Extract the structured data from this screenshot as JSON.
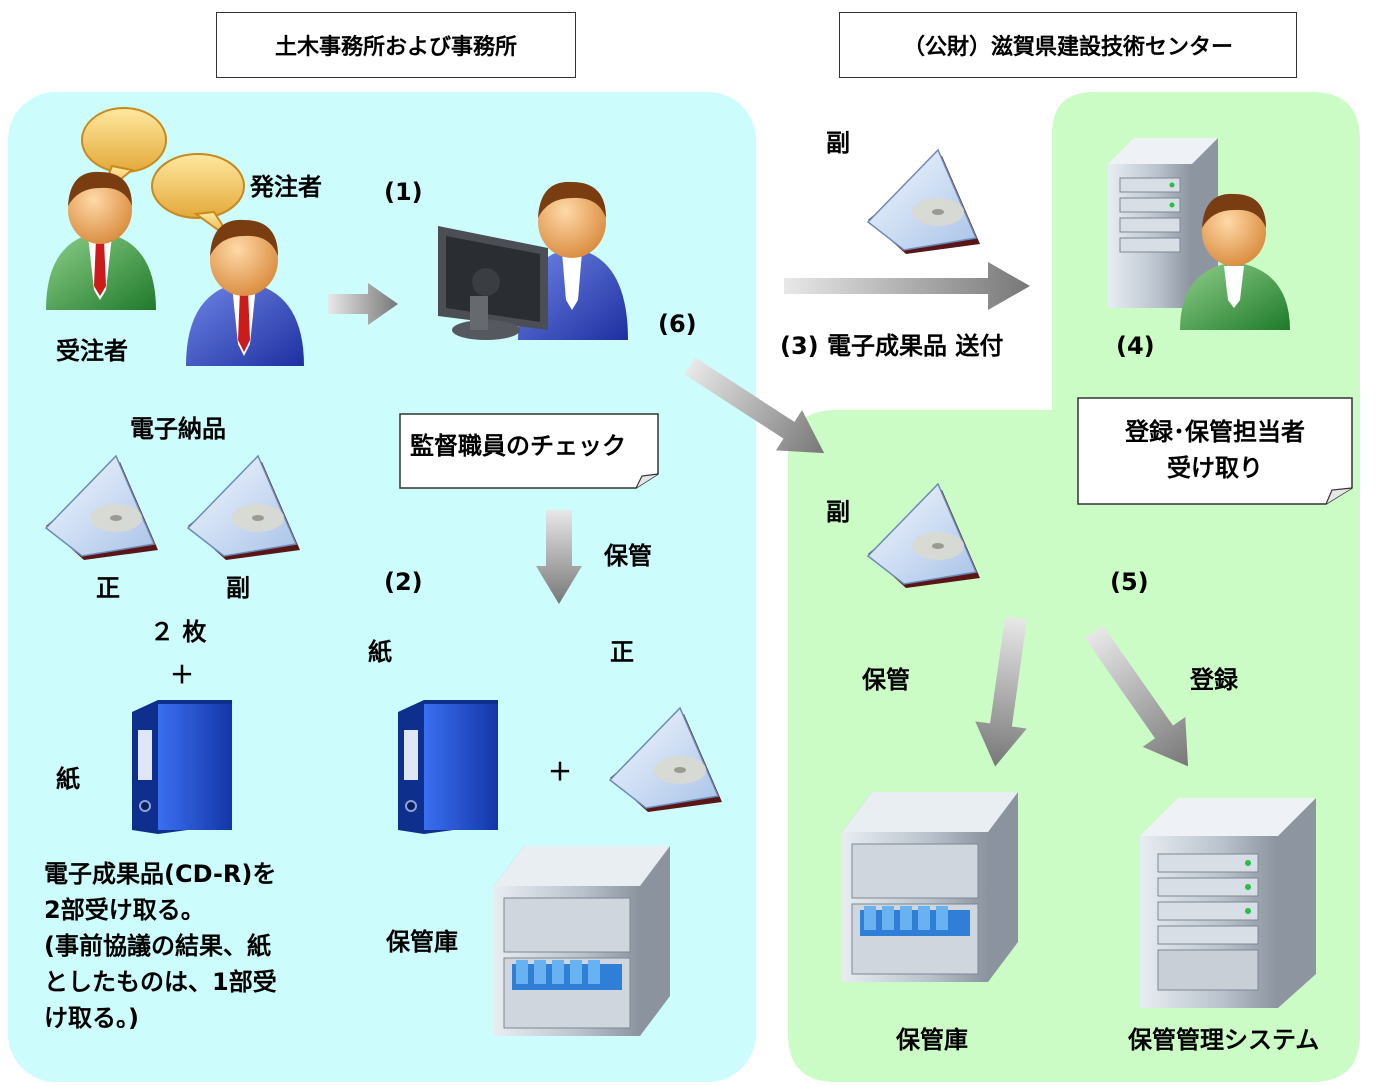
{
  "headers": {
    "left": "土木事務所および事務所",
    "right": "（公財）滋賀県建設技術センター"
  },
  "left_panel": {
    "client": "発注者",
    "contractor": "受注者",
    "step1": "(1)",
    "step2": "(2)",
    "step6": "(6)",
    "electronic_delivery": "電子納品",
    "original": "正",
    "copy": "副",
    "two_sheets": "２ 枚",
    "plus1": "＋",
    "paper1": "紙",
    "note_lines": [
      "電子成果品(CD-R)を",
      "2部受け取る。",
      "(事前協議の結果、紙",
      "としたものは、1部受",
      "け取る。)"
    ],
    "supervisor_check": "監督職員のチェック",
    "storage_label": "保管",
    "paper2": "紙",
    "original2": "正",
    "plus2": "＋",
    "cabinet": "保管庫"
  },
  "middle": {
    "copy_top": "副",
    "step3": "(3) 電子成果品 送付"
  },
  "right_panel": {
    "step4": "(4)",
    "receiver_line1": "登録･保管担当者",
    "receiver_line2": "受け取り",
    "copy": "副",
    "step5": "(5)",
    "storage": "保管",
    "register": "登録",
    "cabinet": "保管庫",
    "system": "保管管理システム"
  },
  "icons": [
    "speech-bubble-icon",
    "person-icon",
    "computer-user-icon",
    "cd-case-icon",
    "binder-icon",
    "cabinet-icon",
    "server-icon",
    "arrow-icon"
  ],
  "colors": {
    "left_bg": "#ccfcfc",
    "right_bg": "#ccfcc6",
    "arrow_gray": "#8f8f8f",
    "binder_blue": "#1a4fd0"
  }
}
